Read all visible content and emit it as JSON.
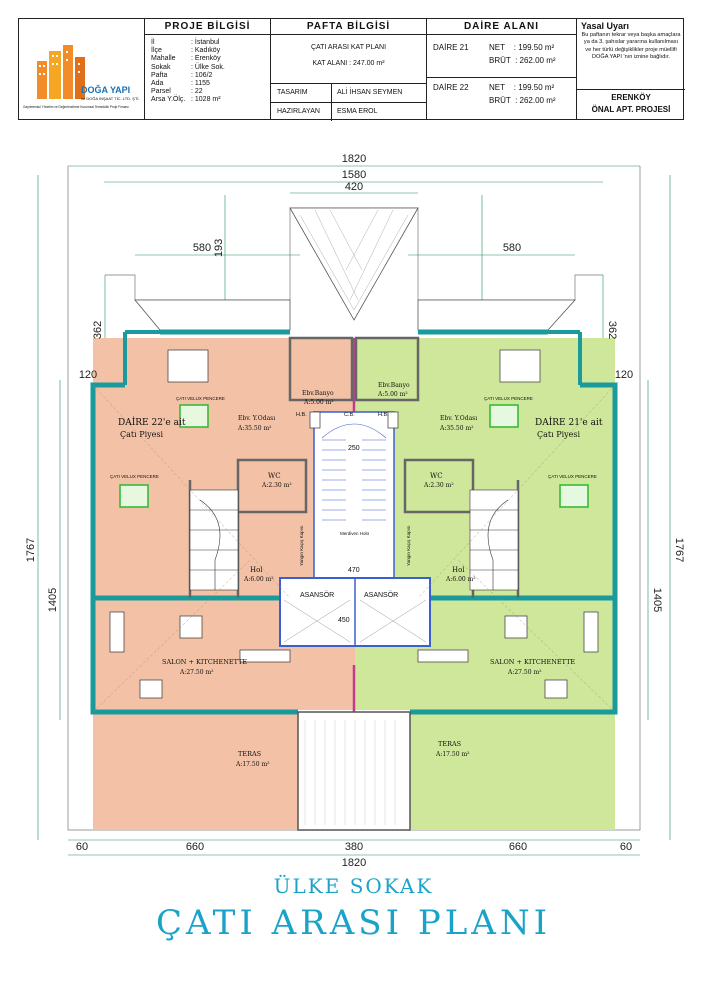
{
  "header": {
    "proje_title": "PROJE BİLGİSİ",
    "pafta_title": "PAFTA BİLGİSİ",
    "daire_title": "DAİRE ALANI",
    "logo_name": "DOĞA YAPI",
    "logo_company": "ve DOĞA İNŞAAT TİC. LTD. ŞTİ.",
    "logo_slogan": "Gayrimenkul Yönetim ve Değerlendirme Kurumsal Temsilcilik Proje Firması",
    "proje_fields": [
      {
        "k": "İl",
        "v": ": İstanbul"
      },
      {
        "k": "İlçe",
        "v": ": Kadıköy"
      },
      {
        "k": "Mahalle",
        "v": ": Erenköy"
      },
      {
        "k": "Sokak",
        "v": ": Ülke Sok."
      },
      {
        "k": "Pafta",
        "v": ": 106/2"
      },
      {
        "k": "Ada",
        "v": ": 1155"
      },
      {
        "k": "Parsel",
        "v": ": 22"
      },
      {
        "k": "Arsa Y.Ölç.",
        "v": ": 1028 m²"
      }
    ],
    "plan_name": "ÇATI ARASI KAT PLANI",
    "kat_alani": "KAT ALANI : 247.00 m²",
    "tasarim_label": "TASARIM",
    "tasarim_name": "ALİ İHSAN SEYMEN",
    "hazirlayan_label": "HAZIRLAYAN",
    "hazirlayan_name": "ESMA EROL",
    "daire21_label": "DAİRE 21",
    "daire21_net": "NET    : 199.50 m²",
    "daire21_brut": "BRÜT  : 262.00 m²",
    "daire22_label": "DAİRE 22",
    "daire22_net": "NET    : 199.50 m²",
    "daire22_brut": "BRÜT  : 262.00 m²",
    "yasal_title": "Yasal Uyarı",
    "yasal_text": "Bu paftanın tekrar veya başka amaçlara ya da 3. şahıslar yararına kullanılması ve her türlü değişiklikler proje müellifi DOĞA YAPI 'nın iznine bağlıdır.",
    "project_line1": "ERENKÖY",
    "project_line2": "ÖNAL APT. PROJESİ"
  },
  "dims": {
    "top_total": "1820",
    "top_1580": "1580",
    "top_420": "420",
    "left_580": "580",
    "right_580": "580",
    "d193": "193",
    "d362_left": "362",
    "d362_right": "362",
    "d120_left": "120",
    "d120_right": "120",
    "side_1767_left": "1767",
    "side_1767_right": "1767",
    "side_1405_left": "1405",
    "side_1405_right": "1405",
    "bot_60_left": "60",
    "bot_660_left": "660",
    "bot_380": "380",
    "bot_660_right": "660",
    "bot_60_right": "60",
    "bot_total": "1820"
  },
  "rooms": {
    "d22_title": "DAİRE 22'e ait",
    "d22_sub": "Çatı Piyesi",
    "d21_title": "DAİRE 21'e ait",
    "d21_sub": "Çatı Piyesi",
    "yodasi_l": "Ebv. Y.Odası",
    "yodasi_l_a": "A:35.50 m²",
    "yodasi_r": "Ebv. Y.Odası",
    "yodasi_r_a": "A:35.50 m²",
    "banyo_l": "Ebv.Banyo",
    "banyo_l_a": "A:5.00 m²",
    "banyo_r": "Ebv.Banyo",
    "banyo_r_a": "A:5.00 m²",
    "wc_l": "WC",
    "wc_l_a": "A:2.30 m²",
    "wc_r": "WC",
    "wc_r_a": "A:2.30 m²",
    "hol_l": "Hol",
    "hol_l_a": "A:6.00 m²",
    "hol_r": "Hol",
    "hol_r_a": "A:6.00 m²",
    "salon_l": "SALON + KITCHENETTE",
    "salon_l_a": "A:27.50 m²",
    "salon_r": "SALON + KITCHENETTE",
    "salon_r_a": "A:27.50 m²",
    "teras_l": "TERAS",
    "teras_l_a": "A:17.50 m²",
    "teras_r": "TERAS",
    "teras_r_a": "A:17.50 m²",
    "asansor_l": "ASANSÖR",
    "asansor_r": "ASANSÖR",
    "hb1": "H.B.",
    "hb2": "H.B.",
    "cb": "C.B.",
    "velux1": "ÇATI VELUX PENCERE",
    "velux2": "ÇATI VELUX PENCERE",
    "velux3": "ÇATI VELUX PENCERE",
    "velux4": "ÇATI VELUX PENCERE",
    "yangin_l": "Yangın Kaçış Kapısı",
    "yangin_r": "Yangın Kaçış Kapısı",
    "merdiven_note": "Merdiven Holü",
    "d250": "250",
    "d470": "470",
    "d450": "450"
  },
  "titles": {
    "street": "ÜLKE SOKAK",
    "plan": "ÇATI ARASI PLANI"
  },
  "colors": {
    "salmon": "#f3c2a6",
    "green": "#cfe79a",
    "teal": "#1a9a9a",
    "magenta": "#c33b8e",
    "stair_blue": "#3a5fd0"
  }
}
